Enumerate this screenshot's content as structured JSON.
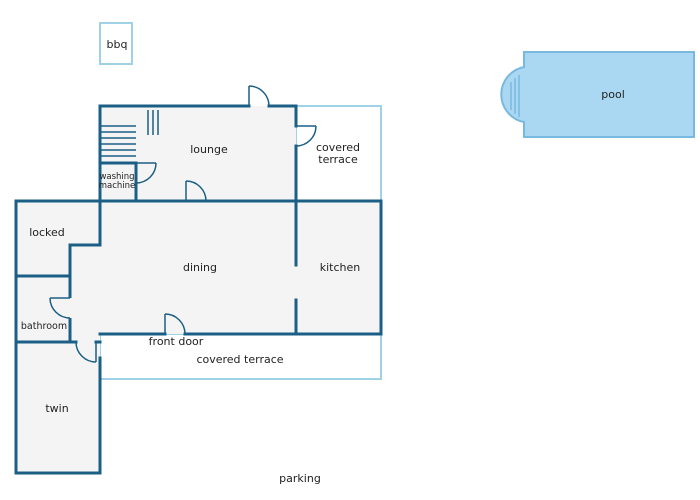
{
  "colors": {
    "wall": "#1c5f86",
    "outline_light": "#9fd2e6",
    "floor": "#f4f4f4",
    "pool_fill": "#aad8f3",
    "pool_stroke": "#79b9e0",
    "text": "#222222"
  },
  "labels": {
    "bbq": "bbq",
    "pool": "pool",
    "lounge": "lounge",
    "covered_terrace_right_line1": "covered",
    "covered_terrace_right_line2": "terrace",
    "washing_machine_line1": "washing",
    "washing_machine_line2": "machine",
    "locked": "locked",
    "dining": "dining",
    "kitchen": "kitchen",
    "bathroom": "bathroom",
    "front_door": "front door",
    "covered_terrace_bottom": "covered terrace",
    "twin": "twin",
    "parking": "parking"
  }
}
